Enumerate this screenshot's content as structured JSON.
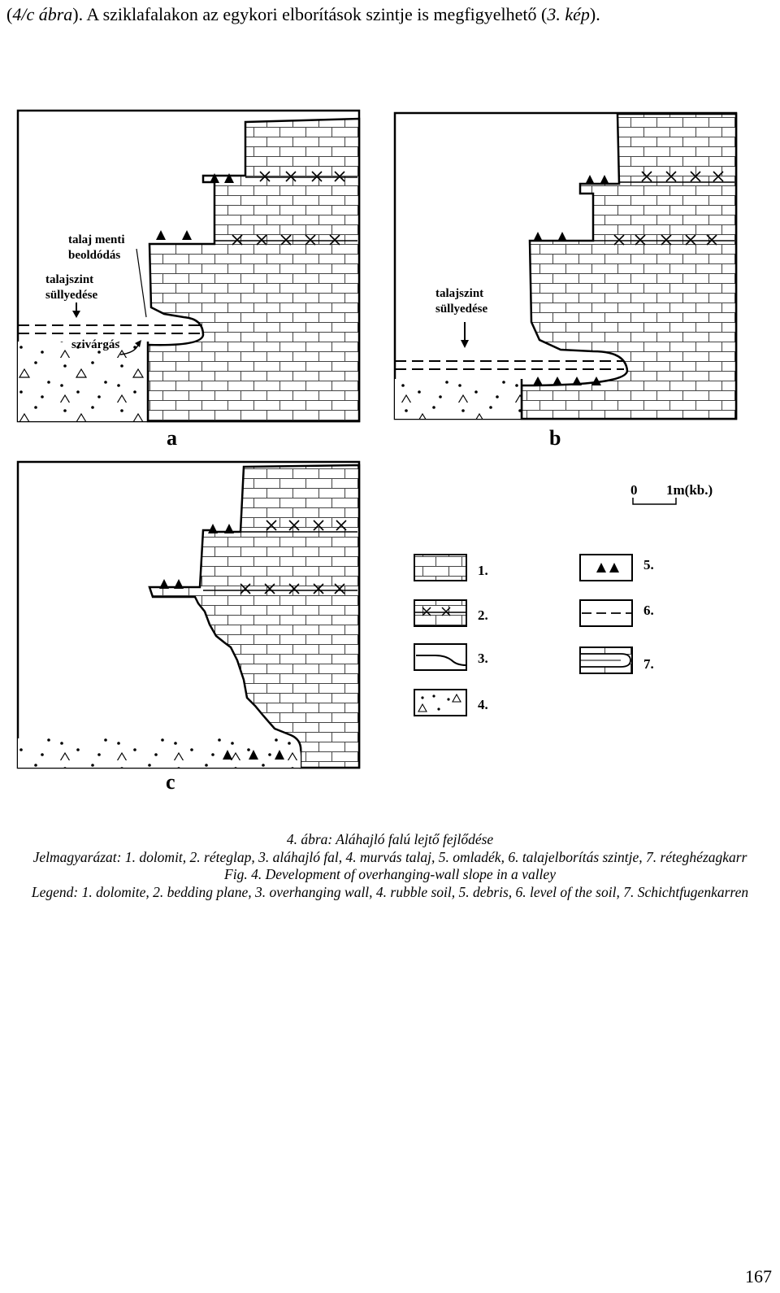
{
  "intro": {
    "part1": "(",
    "ref1": "4/c ábra",
    "part2": "). A sziklafalakon az egykori elborítások szintje is megfigyelhető (",
    "ref2": "3. kép",
    "part3": ")."
  },
  "figure": {
    "panel_a": {
      "label": "a",
      "ann_dissolution_1": "talaj menti",
      "ann_dissolution_2": "beoldódás",
      "ann_soil_drop_1": "talajszint",
      "ann_soil_drop_2": "süllyedése",
      "ann_seepage": "szivárgás"
    },
    "panel_b": {
      "label": "b",
      "ann_soil_drop_1": "talajszint",
      "ann_soil_drop_2": "süllyedése"
    },
    "panel_c": {
      "label": "c"
    },
    "scale": {
      "zero": "0",
      "length": "1m(kb.)"
    },
    "legend": [
      "1.",
      "2.",
      "3.",
      "4.",
      "5.",
      "6.",
      "7."
    ]
  },
  "caption": {
    "hu_title": "4. ábra: Aláhajló falú lejtő fejlődése",
    "hu_legend": "Jelmagyarázat: 1. dolomit, 2. réteglap, 3. aláhajló fal, 4. murvás talaj, 5. omladék, 6. talajelborítás szintje, 7. réteghézagkarr",
    "en_title": "Fig. 4. Development of overhanging-wall slope in a valley",
    "en_legend": "Legend: 1. dolomite, 2. bedding plane, 3. overhanging wall, 4. rubble soil, 5. debris, 6. level of the soil, 7. Schichtfugenkarren"
  },
  "page_number": "167"
}
